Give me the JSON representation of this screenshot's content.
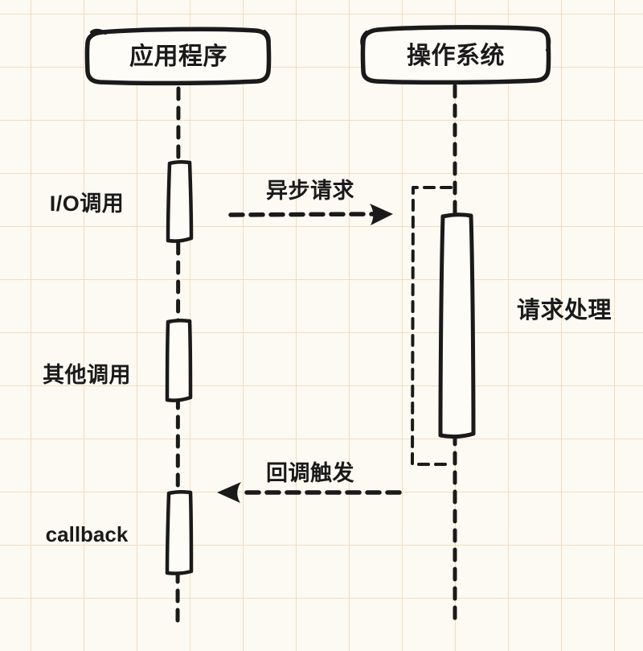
{
  "diagram": {
    "type": "sequence-diagram",
    "actors": {
      "application": "应用程序",
      "os": "操作系统"
    },
    "events": {
      "io_call": "I/O调用",
      "other_call": "其他调用",
      "callback": "callback"
    },
    "messages": {
      "async_request": "异步请求",
      "callback_trigger": "回调触发"
    },
    "process": {
      "request_processing": "请求处理"
    },
    "colors": {
      "background": "#fdfaf3",
      "grid_line": "#f0ddbd",
      "ink": "#1a1a1a"
    }
  }
}
